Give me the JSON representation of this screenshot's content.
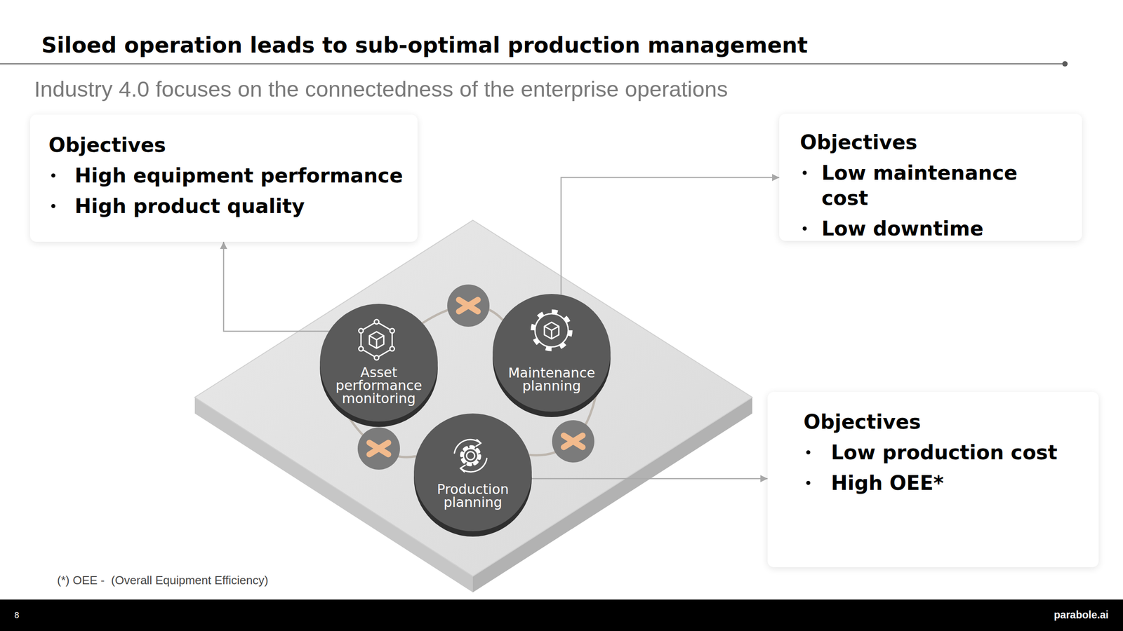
{
  "diagram": {
    "title": "Siloed operation leads to sub-optimal production management",
    "nodes": [
      {
        "text": [
          "Objectives",
          "High equipment performance",
          "High product quality"
        ]
      },
      {
        "text": [
          "Objectives",
          "Low maintenance cost",
          "Low downtime"
        ]
      },
      {
        "text": [
          "Asset performance monitoring"
        ]
      },
      {
        "text": [
          "Maintenance planning"
        ]
      },
      {
        "text": [
          "Production planning"
        ]
      },
      {
        "text": [
          "Objectives",
          "Low production cost",
          "High OEE*"
        ]
      }
    ],
    "edges": [
      {
        "from": 2,
        "to": 3,
        "arrow": "none"
      },
      {
        "from": 3,
        "to": 4,
        "arrow": "none"
      },
      {
        "from": 4,
        "to": 2,
        "arrow": "none"
      },
      {
        "from": 2,
        "to": 0,
        "arrow": "to"
      },
      {
        "from": 3,
        "to": 1,
        "arrow": "to"
      },
      {
        "from": 4,
        "to": 5,
        "arrow": "to"
      }
    ],
    "labels": [
      "Industry 4.0 focuses on the connectedness of the enterprise operations",
      "(*) OEE -  (Overall Equipment Efficiency)",
      "8",
      "parabole.ai"
    ]
  }
}
